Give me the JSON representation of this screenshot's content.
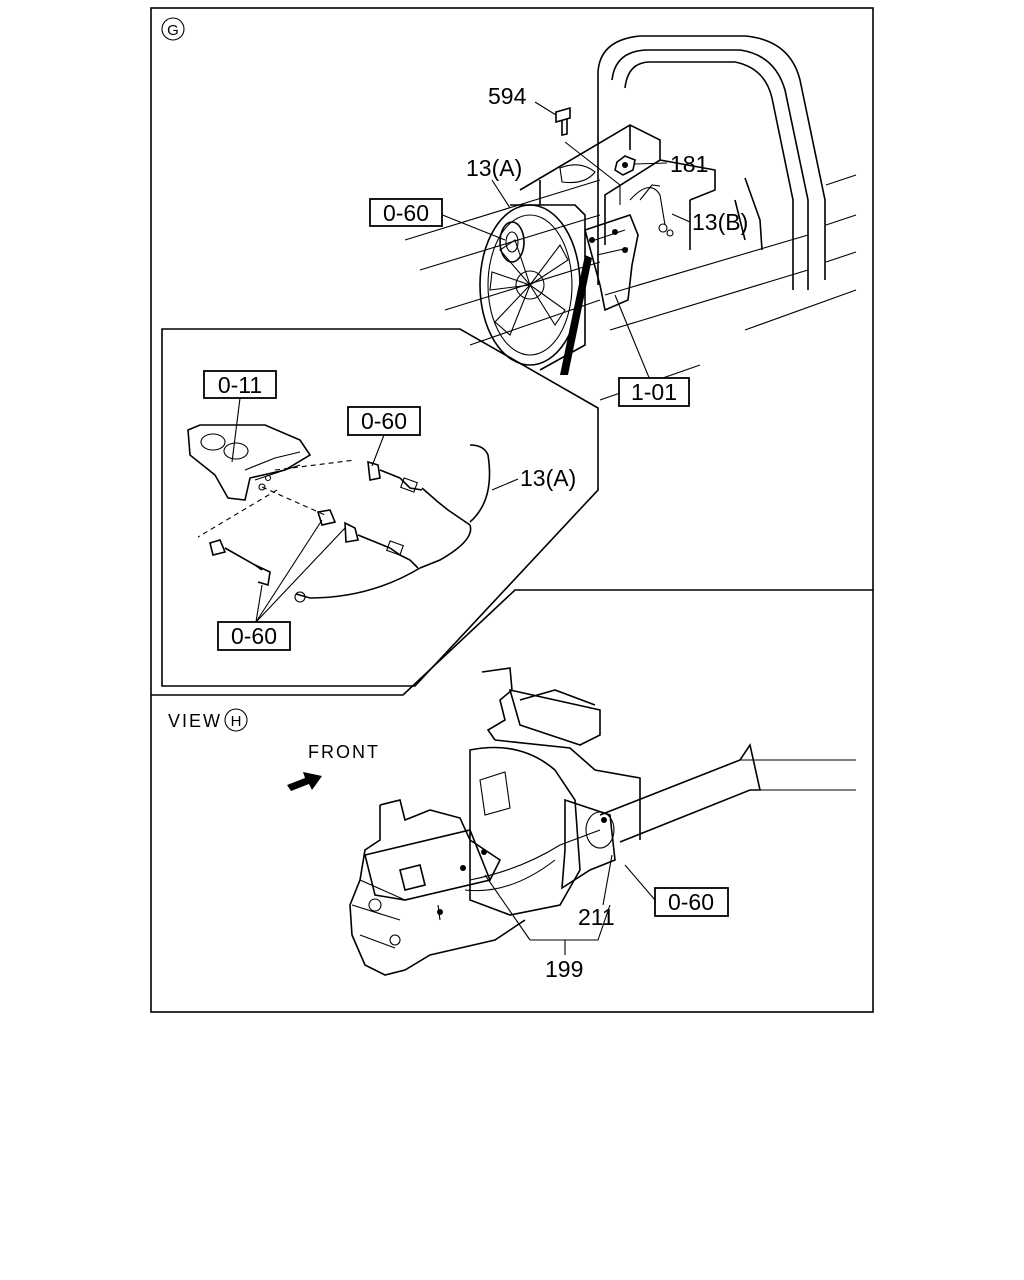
{
  "view_markers": {
    "top": "G",
    "view": "VIEW",
    "view_letter": "H"
  },
  "direction_label": "FRONT",
  "callouts": {
    "part_594": "594",
    "part_181": "181",
    "part_13a_top": "13(A)",
    "part_13b": "13(B)",
    "ref_060_top": "0-60",
    "ref_101": "1-01",
    "ref_011": "0-11",
    "ref_060_inset_top": "0-60",
    "part_13a_inset": "13(A)",
    "ref_060_inset_bottom": "0-60",
    "ref_060_bottom": "0-60",
    "part_211": "211",
    "part_199": "199"
  }
}
